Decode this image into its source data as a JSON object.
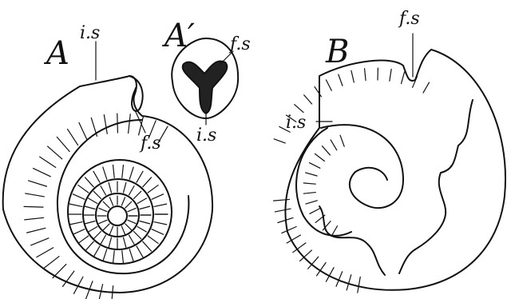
{
  "figure": {
    "labels": {
      "A": "A",
      "A_prime": "A′",
      "B": "B",
      "is_A": "i.s",
      "fs_A": "f.s",
      "fs_Aprime": "f.s",
      "is_Aprime": "i.s",
      "fs_B": "f.s",
      "is_B": "i.s"
    },
    "ink_color": "#111111",
    "paper_color": "#ffffff"
  }
}
